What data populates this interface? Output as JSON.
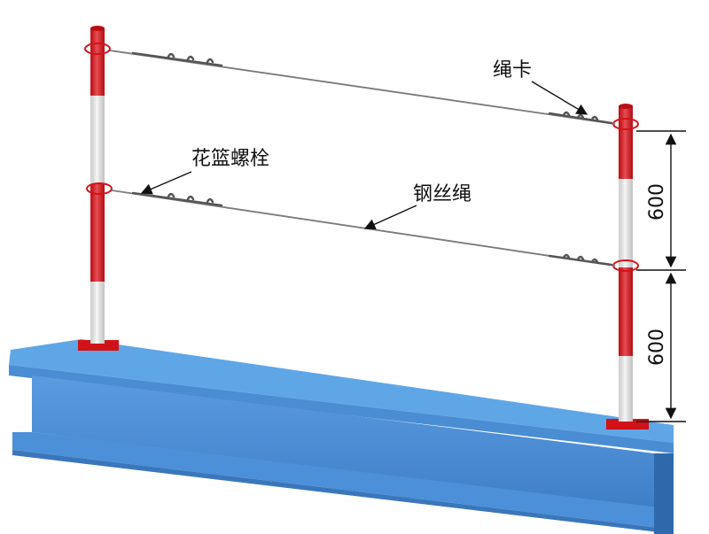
{
  "labels": {
    "rope_clip": "绳卡",
    "turnbuckle": "花篮螺栓",
    "wire_rope": "钢丝绳"
  },
  "dimensions": {
    "upper": "600",
    "lower": "600"
  },
  "colors": {
    "beam_top": "#5aa3e3",
    "beam_web": "#4a8fd6",
    "beam_shadow": "#3f7cc0",
    "post_red": "#e0141b",
    "post_white": "#f4f4f4",
    "rope": "#7a7a7a",
    "dimension": "#111111"
  }
}
